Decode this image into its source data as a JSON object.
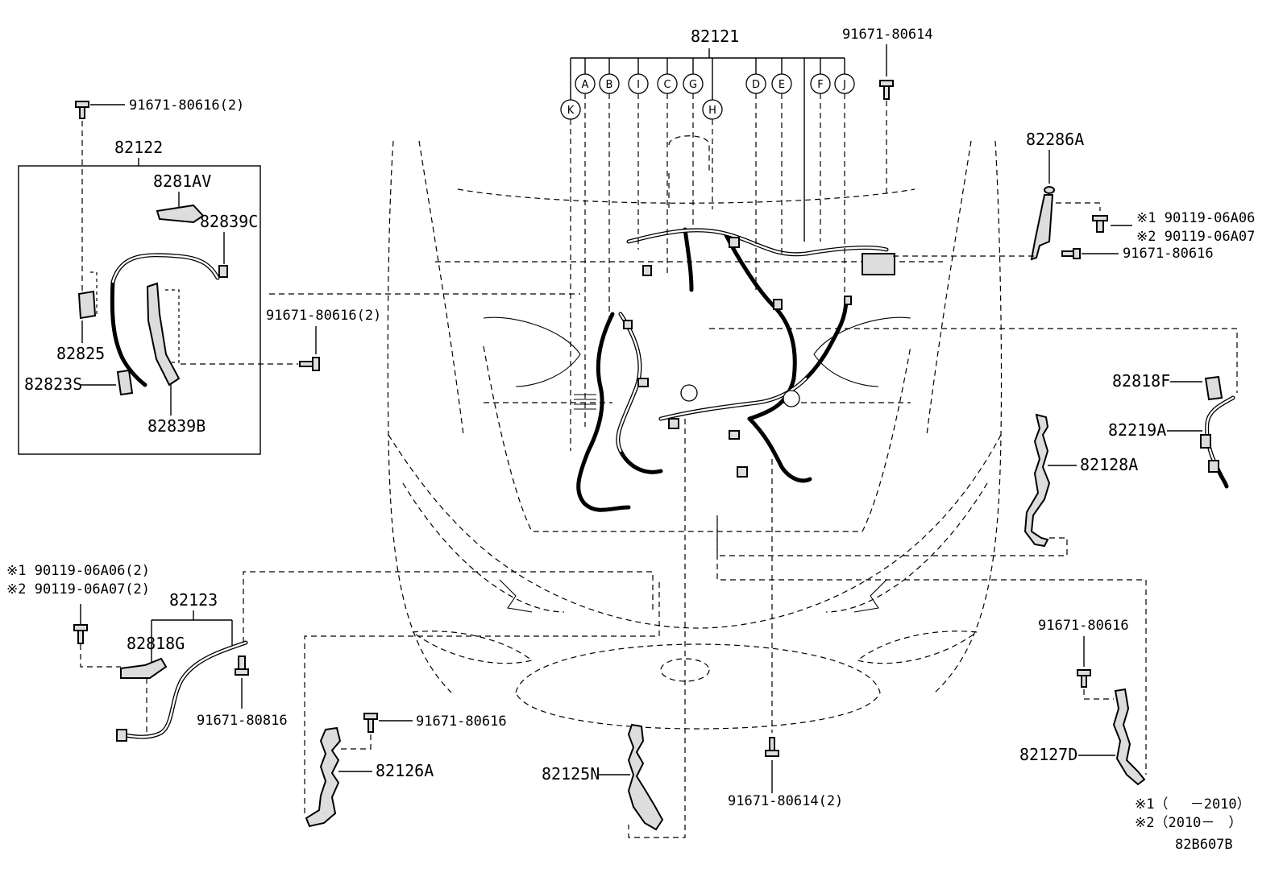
{
  "diagram_code": "82B607B",
  "callouts": [
    "A",
    "B",
    "I",
    "C",
    "G",
    "D",
    "E",
    "F",
    "J",
    "K",
    "H"
  ],
  "labels": {
    "p82121": "82121",
    "p82122": "82122",
    "p8281AV": "8281AV",
    "p82839C": "82839C",
    "p82825": "82825",
    "p82823S": "82823S",
    "p82839B": "82839B",
    "p82286A": "82286A",
    "p82818F": "82818F",
    "p82219A": "82219A",
    "p82128A": "82128A",
    "p82123": "82123",
    "p82818G": "82818G",
    "p82126A": "82126A",
    "p82125N": "82125N",
    "p82127D": "82127D",
    "b_top": "91671-80614",
    "b_left_top": "91671-80616(2)",
    "b_mid_left": "91671-80616(2)",
    "b_right_1": "※1 90119-06A06",
    "b_right_2": "※2 90119-06A07",
    "b_right_3": "91671-80616",
    "b_ll_1": "※1 90119-06A06(2)",
    "b_ll_2": "※2 90119-06A07(2)",
    "b_80816": "91671-80816",
    "b_126a": "91671-80616",
    "b_bottom": "91671-80614(2)",
    "b_127d": "91671-80616",
    "note1": "※1（　 －2010）",
    "note2": "※2（2010－　）"
  }
}
